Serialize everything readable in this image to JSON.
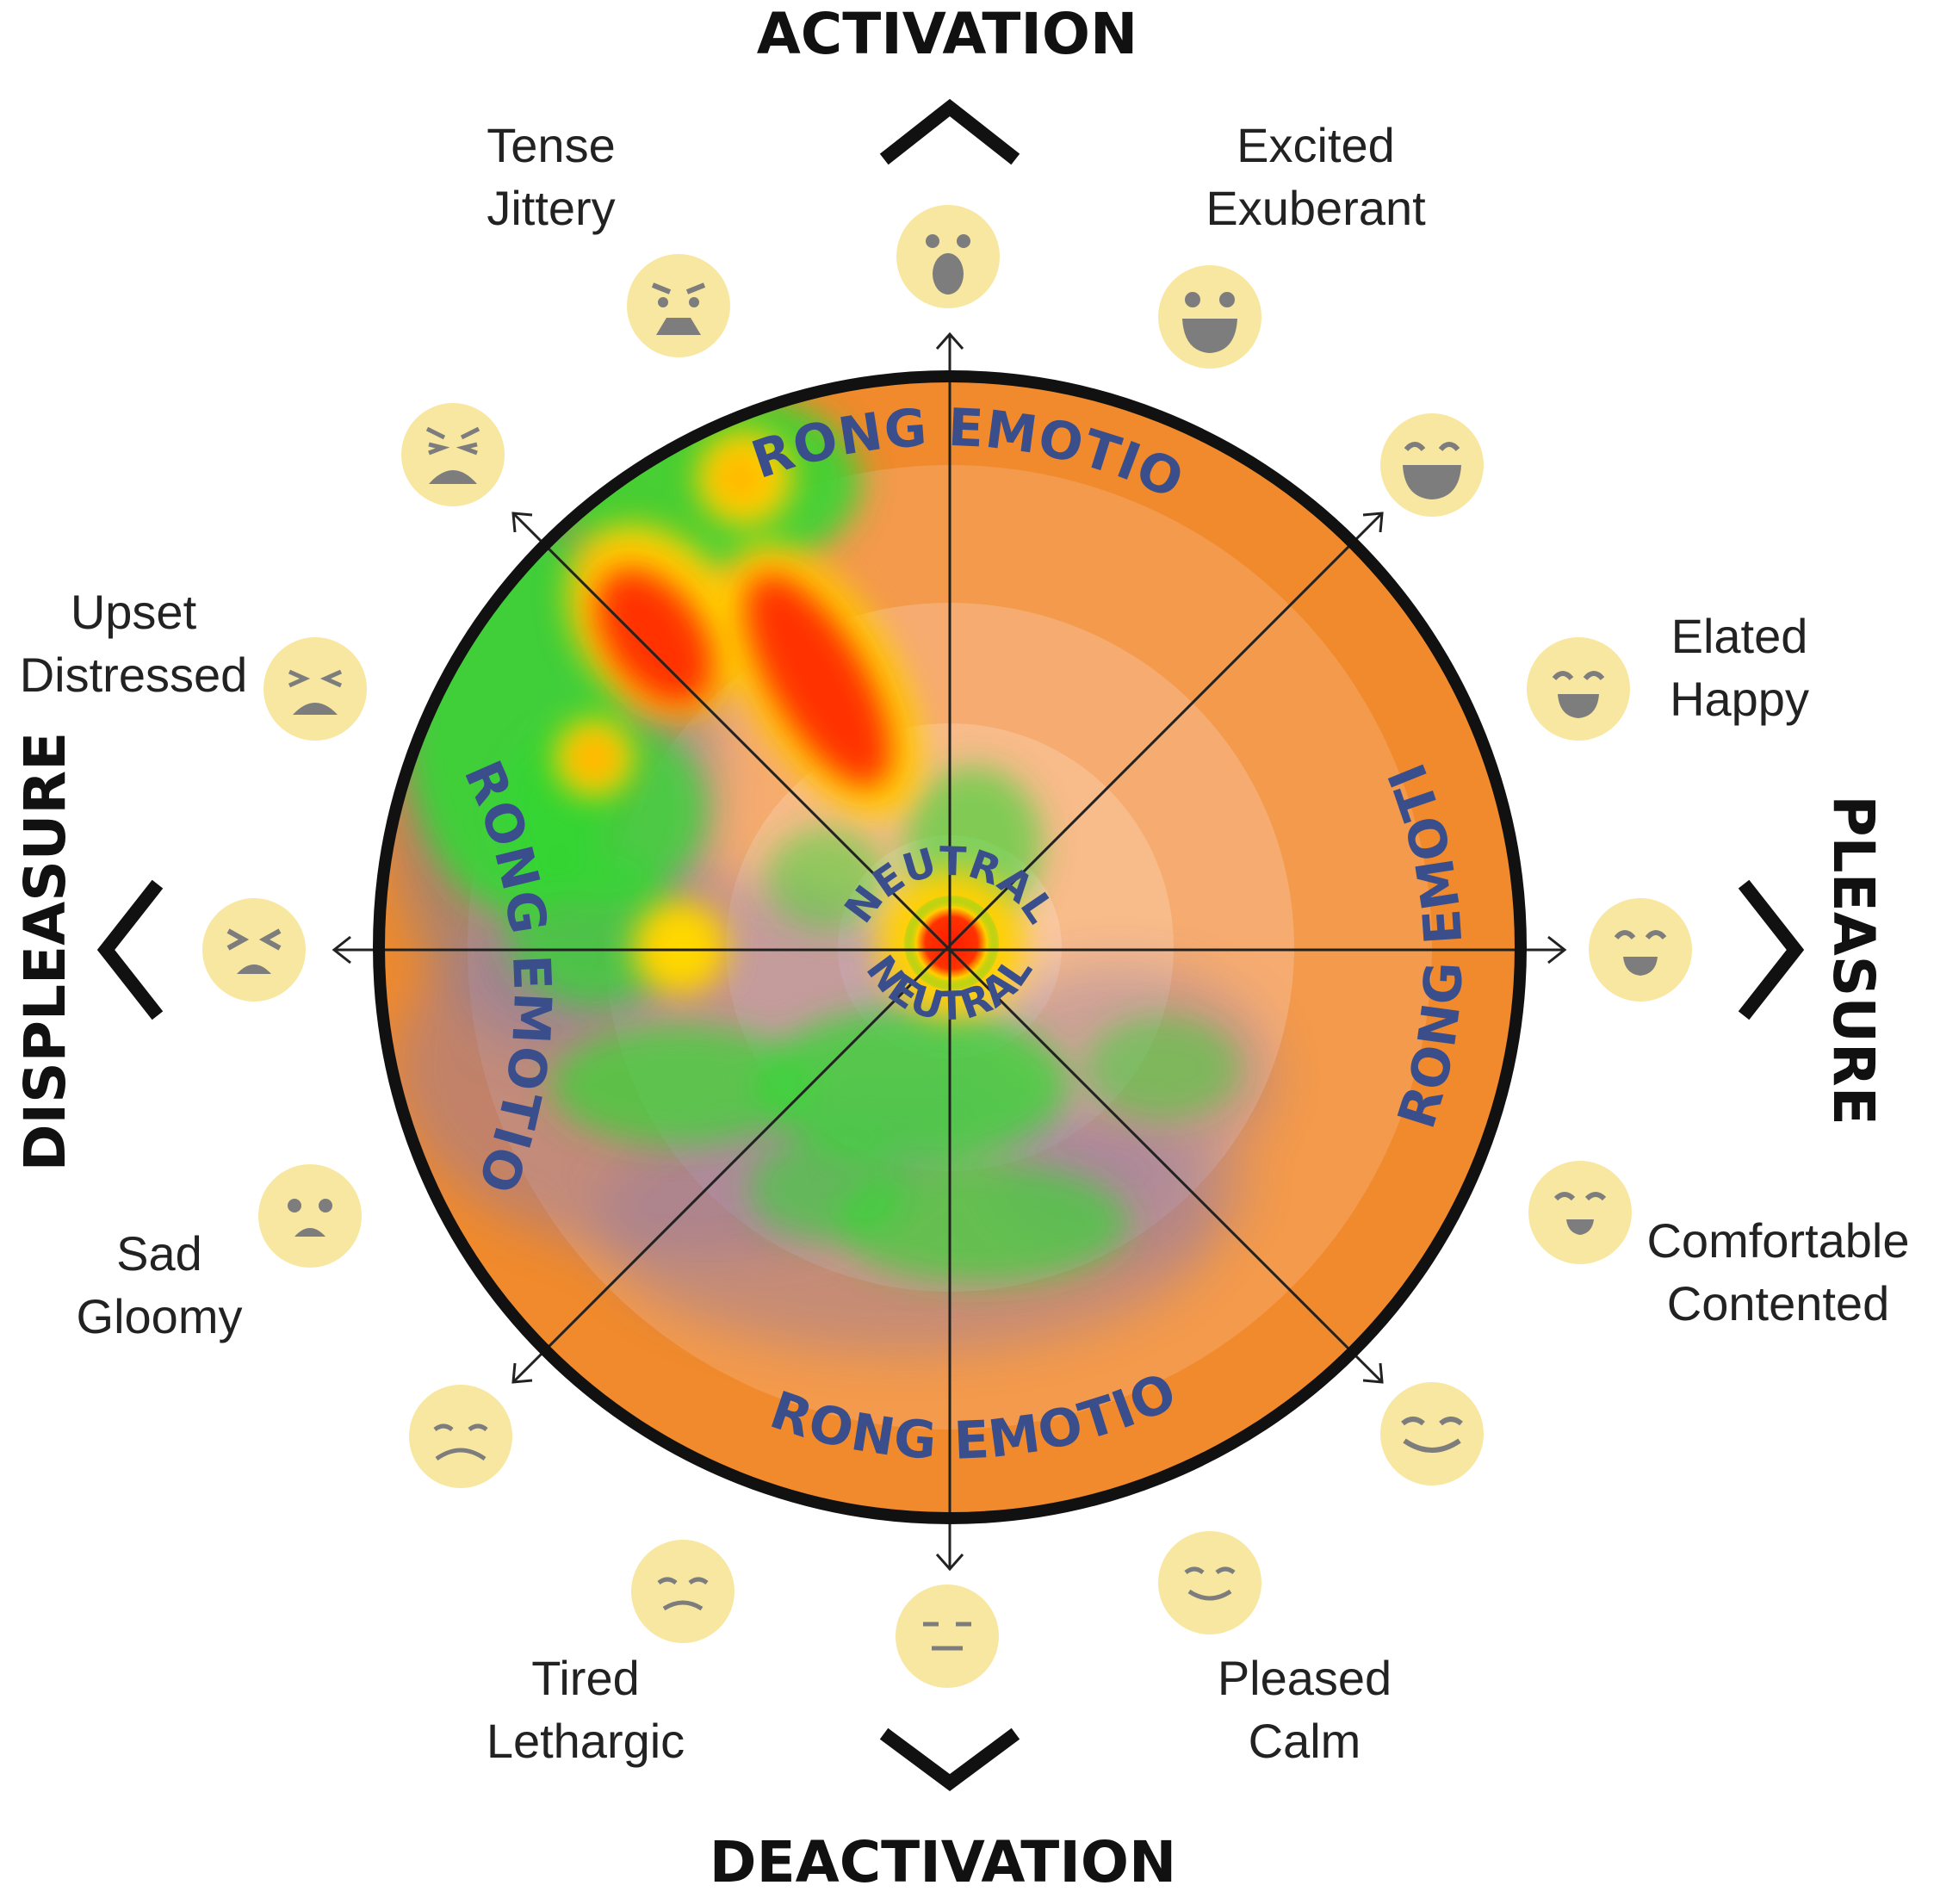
{
  "axes": {
    "top": "ACTIVATION",
    "bottom": "DEACTIVATION",
    "left": "DISPLEASURE",
    "right": "PLEASURE"
  },
  "moods": {
    "tense": [
      "Tense",
      "Jittery"
    ],
    "excited": [
      "Excited",
      "Exuberant"
    ],
    "upset": [
      "Upset",
      "Distressed"
    ],
    "elated": [
      "Elated",
      "Happy"
    ],
    "sad": [
      "Sad",
      "Gloomy"
    ],
    "comfortable": [
      "Comfortable",
      "Contented"
    ],
    "tired": [
      "Tired",
      "Lethargic"
    ],
    "pleased": [
      "Pleased",
      "Calm"
    ]
  },
  "ring": {
    "strong": "STRONG EMOTION",
    "neutral": "NEUTRAL"
  },
  "colors": {
    "outer_ring": "#f08a2c",
    "inner_light": "#f9c7a0",
    "face": "#f8e7a0",
    "face_feature": "#7d7d7d",
    "ring_text": "#3a4e8c",
    "heat_hot": "#ff2200",
    "heat_mid": "#ffd800",
    "heat_low": "#33d633"
  },
  "faces": [
    {
      "id": "activation",
      "mood": "surprised"
    },
    {
      "id": "excited",
      "mood": "big-grin"
    },
    {
      "id": "ne-diagonal",
      "mood": "laughing"
    },
    {
      "id": "elated",
      "mood": "happy"
    },
    {
      "id": "pleasure",
      "mood": "smile"
    },
    {
      "id": "comfortable",
      "mood": "content"
    },
    {
      "id": "se-diagonal",
      "mood": "closed-eye-smile"
    },
    {
      "id": "pleased",
      "mood": "calm-smile"
    },
    {
      "id": "deactivation",
      "mood": "flat"
    },
    {
      "id": "tired",
      "mood": "tired"
    },
    {
      "id": "sw-diagonal",
      "mood": "sad-closed"
    },
    {
      "id": "sad",
      "mood": "sad"
    },
    {
      "id": "displeasure",
      "mood": "squinting-upset"
    },
    {
      "id": "upset",
      "mood": "distressed"
    },
    {
      "id": "nw-diagonal",
      "mood": "crying"
    },
    {
      "id": "tense",
      "mood": "tense"
    }
  ]
}
